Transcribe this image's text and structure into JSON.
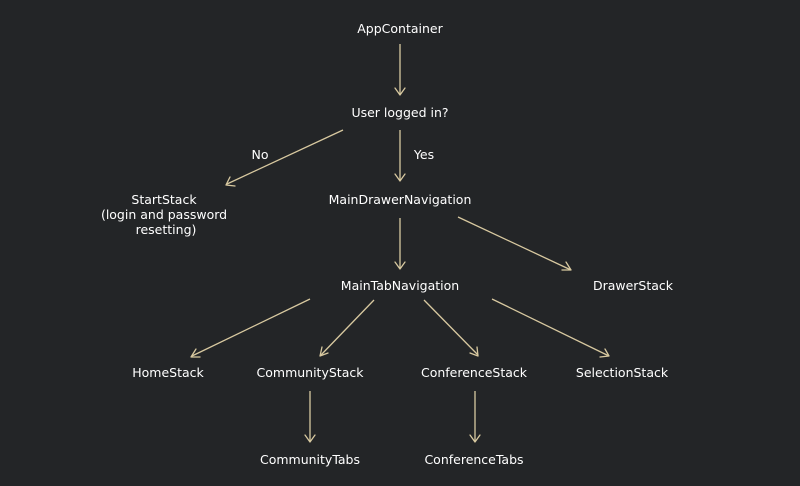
{
  "colors": {
    "background": "#232527",
    "edge": "#d8c9a0",
    "text": "#ffffff"
  },
  "nodes": {
    "app_container": "AppContainer",
    "user_logged_in": "User logged in?",
    "start_stack": [
      "StartStack",
      "(login and password",
      "resetting)"
    ],
    "main_drawer_navigation": "MainDrawerNavigation",
    "main_tab_navigation": "MainTabNavigation",
    "drawer_stack": "DrawerStack",
    "home_stack": "HomeStack",
    "community_stack": "CommunityStack",
    "conference_stack": "ConferenceStack",
    "selection_stack": "SelectionStack",
    "community_tabs": "CommunityTabs",
    "conference_tabs": "ConferenceTabs"
  },
  "edges": {
    "no_label": "No",
    "yes_label": "Yes"
  }
}
